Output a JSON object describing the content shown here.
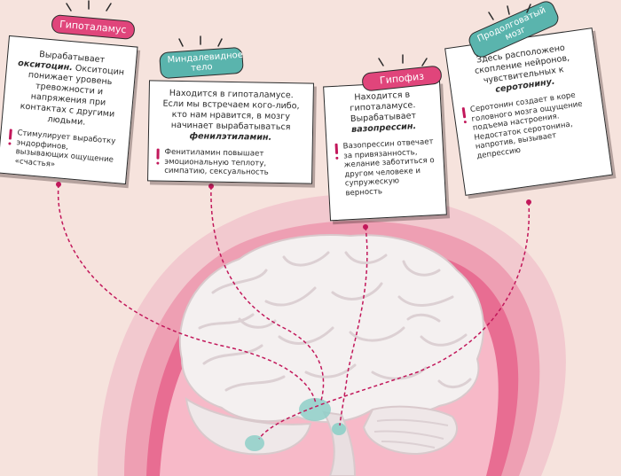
{
  "colors": {
    "background": "#f6e3dd",
    "pink": "#e0457b",
    "teal": "#5ab4ad",
    "accent": "#c2185b",
    "brain": "#f4f0f0"
  },
  "cards": {
    "hypothalamus": {
      "title": "Гипоталамус",
      "text1": "Вырабатывает",
      "bold1": "окситоцин.",
      "text2": "Окситоцин понижает уровень тревожности и напряжения при контактах с другими людьми.",
      "note": "Стимулирует выработку эндорфинов, вызывающих ощущение «счастья»"
    },
    "amygdala": {
      "title": "Миндалевидное тело",
      "text1": "Находится в гипоталамусе. Если мы встречаем кого-либо, кто нам нравится, в мозгу начинает вырабатываться",
      "bold1": "фенилэтиламин.",
      "note": "Фенитиламин повышает эмоциональную теплоту, симпатию, сексуальность"
    },
    "pituitary": {
      "title": "Гипофиз",
      "text1": "Находится в гипоталамусе. Вырабатывает",
      "bold1": "вазопрессин.",
      "note": "Вазопрессин отвечает за привязанность, желание заботиться о другом человеке и супружескую верность"
    },
    "medulla": {
      "title": "Продолговатый мозг",
      "text1": "Здесь расположено скопление нейронов, чувствительных к",
      "bold1": "серотонину.",
      "note": "Серотонин создает в коре головного мозга ощущение подъема настроения. Недостаток серотонина, напротив, вызывает депрессию"
    }
  }
}
